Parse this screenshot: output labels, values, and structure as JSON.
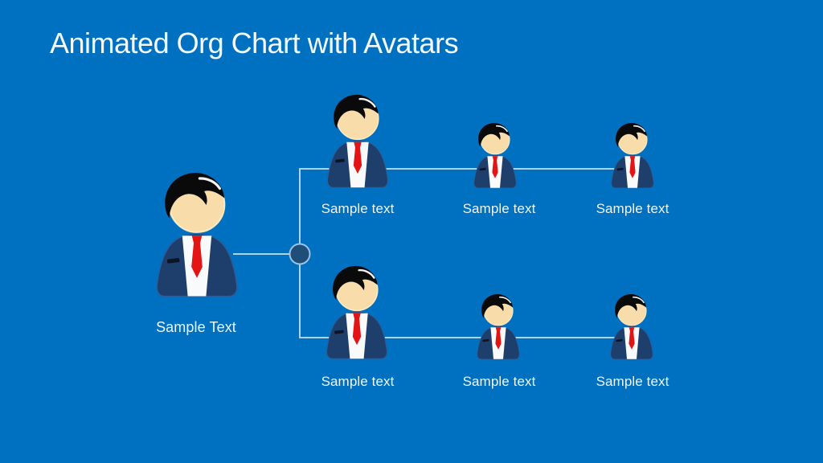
{
  "slide": {
    "title": "Animated Org Chart with Avatars",
    "background_color": "#0070C0",
    "title_color": "#F4F9FD"
  },
  "org_chart": {
    "nodes": {
      "root": {
        "label": "Sample Text",
        "size": "large"
      },
      "top_manager": {
        "label": "Sample text",
        "size": "medium"
      },
      "top_report_1": {
        "label": "Sample text",
        "size": "small"
      },
      "top_report_2": {
        "label": "Sample text",
        "size": "small"
      },
      "bottom_manager": {
        "label": "Sample text",
        "size": "medium"
      },
      "bottom_report_1": {
        "label": "Sample text",
        "size": "small"
      },
      "bottom_report_2": {
        "label": "Sample text",
        "size": "small"
      }
    },
    "icon": "businessman-avatar-icon",
    "colors": {
      "connector_line": "#AFD2EF",
      "junction_fill": "#1F4E79",
      "junction_stroke": "#9DC3E6",
      "avatar_suit": "#1E3E6C",
      "avatar_suit_edge": "#2E5C99",
      "avatar_shirt": "#F8FAFC",
      "avatar_tie": "#E51414",
      "avatar_face": "#F8DCA9",
      "avatar_face_edge": "#FCE9C2",
      "avatar_hair": "#0A0A0A",
      "label_text": "#EFF6FC"
    }
  }
}
